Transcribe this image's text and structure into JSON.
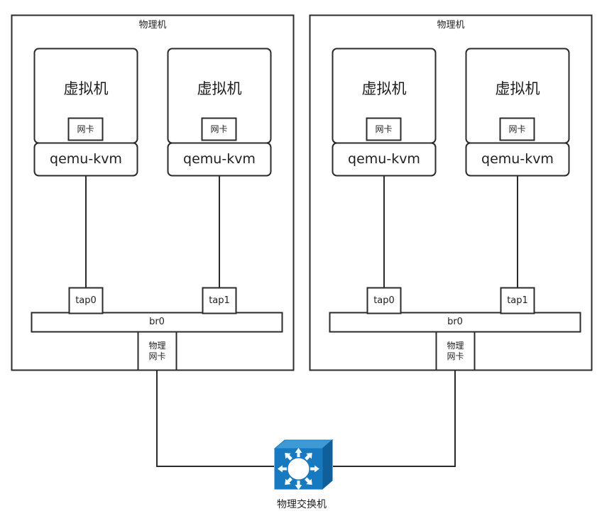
{
  "diagram": {
    "title_text": "物理机",
    "stroke_color": "#2b2b2b",
    "fill_color": "#ffffff",
    "switch_blue_front": "#1779bf",
    "switch_blue_top": "#3e9ad4",
    "switch_blue_side": "#0f5f9a",
    "switch_arrow_color": "#ffffff"
  },
  "hosts": [
    {
      "name": "物理机",
      "vms": [
        {
          "title": "虚拟机",
          "nic_label": "网卡",
          "hypervisor": "qemu-kvm",
          "tap": "tap0"
        },
        {
          "title": "虚拟机",
          "nic_label": "网卡",
          "hypervisor": "qemu-kvm",
          "tap": "tap1"
        }
      ],
      "bridge": "br0",
      "physical_nic": "物理\n网卡"
    },
    {
      "name": "物理机",
      "vms": [
        {
          "title": "虚拟机",
          "nic_label": "网卡",
          "hypervisor": "qemu-kvm",
          "tap": "tap0"
        },
        {
          "title": "虚拟机",
          "nic_label": "网卡",
          "hypervisor": "qemu-kvm",
          "tap": "tap1"
        }
      ],
      "bridge": "br0",
      "physical_nic": "物理\n网卡"
    }
  ],
  "switch": {
    "label": "物理交换机",
    "icon": "network-switch-icon"
  }
}
